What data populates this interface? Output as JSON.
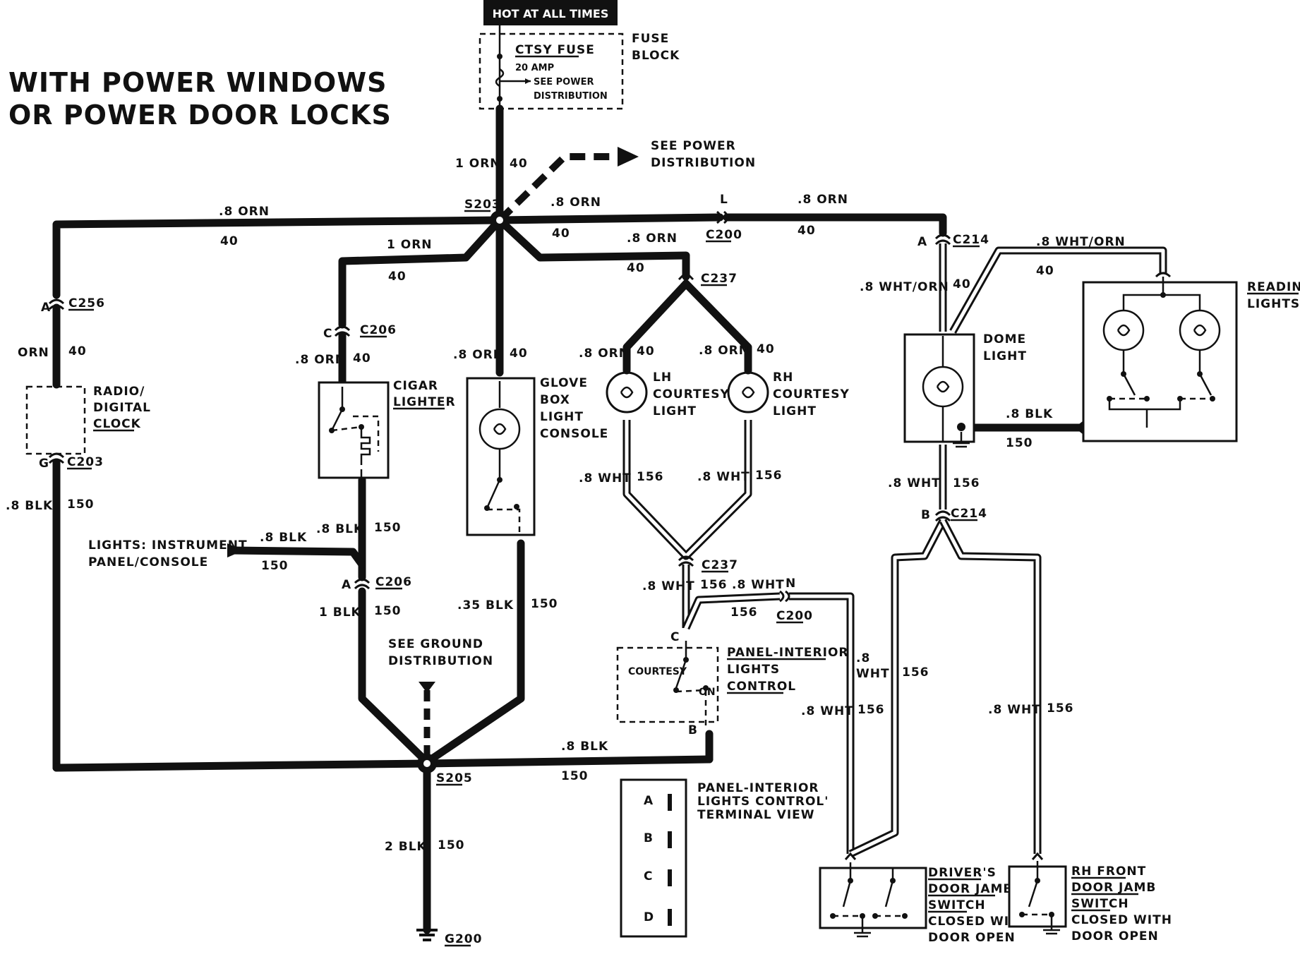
{
  "title": {
    "line1": "WITH  POWER WINDOWS",
    "line2": "OR  POWER DOOR LOCKS"
  },
  "hot_banner": "HOT AT ALL TIMES",
  "fuse": {
    "name": "CTSY FUSE",
    "rating": "20 AMP",
    "see1": "SEE POWER",
    "see2": "DISTRIBUTION",
    "block1": "FUSE",
    "block2": "BLOCK"
  },
  "power_dist": {
    "line1": "SEE POWER",
    "line2": "DISTRIBUTION"
  },
  "splices": {
    "top": "S203",
    "bottom": "S205"
  },
  "connectors": {
    "c200_top": "C200",
    "c200_top_pin": "L",
    "c214_top": "C214",
    "c214_top_pin": "A",
    "c214_bot": "C214",
    "c214_bot_pin": "B",
    "c237_top": "C237",
    "c237_bot": "C237",
    "c256": "C256",
    "c256_pin": "A",
    "c206_top": "C206",
    "c206_top_pin": "C",
    "c206_bot": "C206",
    "c206_bot_pin": "A",
    "c203": "C203",
    "c203_pin": "G",
    "c200_mid": "C200",
    "c200_mid_pin": "N",
    "g200": "G200"
  },
  "wires": {
    "orn1": "1 ORN",
    "n40": "40",
    "orn08": ".8 ORN",
    "orn": "ORN",
    "whtorn": ".8 WHT/ORN",
    "wht08": ".8 WHT",
    "wht_a": ".8",
    "wht_b": "WHT",
    "n156": "156",
    "blk08": ".8 BLK",
    "blk1": "1 BLK",
    "blk035": ".35  BLK",
    "blk2": "2 BLK",
    "n150": "150"
  },
  "components": {
    "radio": [
      "RADIO/",
      "DIGITAL",
      "CLOCK"
    ],
    "cigar": [
      "CIGAR",
      "LIGHTER"
    ],
    "glove": [
      "GLOVE",
      "BOX",
      "LIGHT",
      "CONSOLE"
    ],
    "lh": [
      "LH",
      "COURTESY",
      "LIGHT"
    ],
    "rh": [
      "RH",
      "COURTESY",
      "LIGHT"
    ],
    "dome": [
      "DOME",
      "LIGHT"
    ],
    "reading": [
      "READING",
      "LIGHTS"
    ],
    "instrument": [
      "LIGHTS: INSTRUMENT",
      "PANEL/CONSOLE"
    ],
    "ground_dist": [
      "SEE GROUND",
      "DISTRIBUTION"
    ],
    "panel_ctrl": [
      "PANEL-INTERIOR",
      "LIGHTS",
      "CONTROL"
    ],
    "courtesy": "COURTESY",
    "on": "ON",
    "pin_c": "C",
    "pin_b": "B",
    "terminal_view": [
      "PANEL-INTERIOR",
      "LIGHTS CONTROL'",
      "TERMINAL VIEW"
    ],
    "terminals": [
      "A",
      "B",
      "C",
      "D"
    ],
    "driver_jamb": [
      "DRIVER'S",
      "DOOR JAMB",
      "SWITCH",
      "CLOSED WITH",
      "DOOR OPEN"
    ],
    "rh_jamb": [
      "RH FRONT",
      "DOOR JAMB",
      "SWITCH",
      "CLOSED WITH",
      "DOOR OPEN"
    ]
  }
}
